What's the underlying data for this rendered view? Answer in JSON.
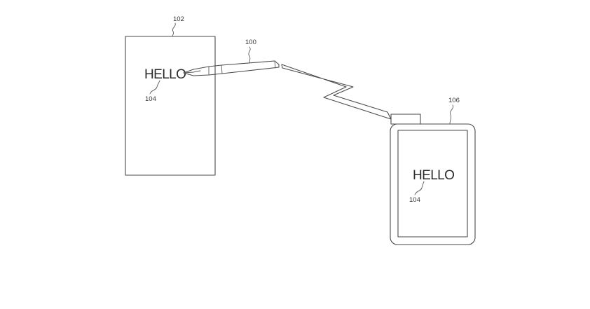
{
  "figure": {
    "writing_surface": {
      "ref_label": "102",
      "written_text": "HELLO",
      "text_ref_label": "104"
    },
    "stylus": {
      "ref_label": "100"
    },
    "remote_device": {
      "ref_label": "106",
      "displayed_text": "HELLO",
      "text_ref_label": "104"
    },
    "wireless_link": {
      "icon": "lightning-bolt"
    }
  }
}
